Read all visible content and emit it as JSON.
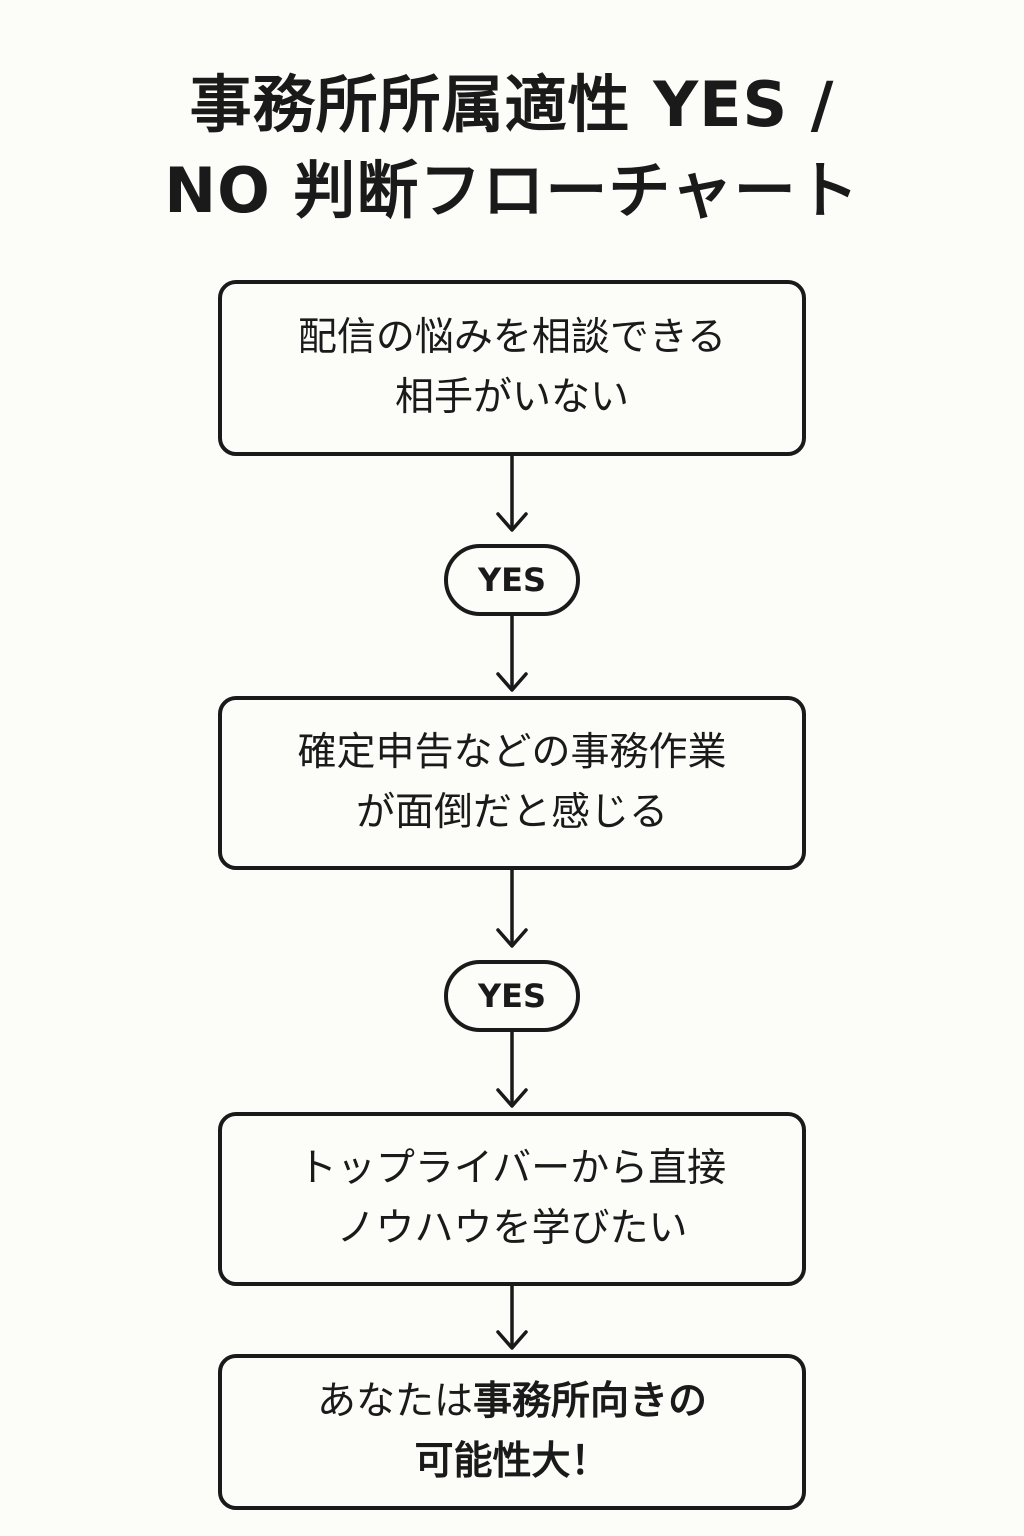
{
  "title": {
    "line1": "事務所所属適性 YES /",
    "line2": "NO 判断フローチャート"
  },
  "steps": [
    {
      "line1": "配信の悩みを相談できる",
      "line2": "相手がいない"
    },
    {
      "line1": "確定申告などの事務作業",
      "line2": "が面倒だと感じる"
    },
    {
      "line1": "トップライバーから直接",
      "line2": "ノウハウを学びたい"
    }
  ],
  "answers": [
    "YES",
    "YES"
  ],
  "result": {
    "line1_plain": "あなたは",
    "line1_bold": "事務所向きの",
    "line2": "可能性大！"
  }
}
